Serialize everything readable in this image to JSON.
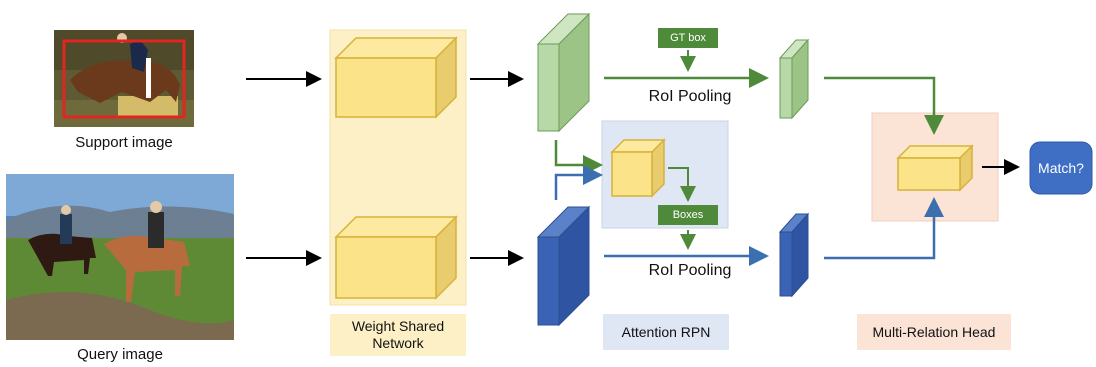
{
  "captions": {
    "support_image": "Support image",
    "query_image": "Query image"
  },
  "sections": {
    "weight_shared": "Weight Shared\nNetwork",
    "attention_rpn": "Attention RPN",
    "multi_relation_head": "Multi-Relation Head"
  },
  "tags": {
    "gt_box": "GT box",
    "boxes": "Boxes"
  },
  "pooling": {
    "top": "RoI Pooling",
    "bottom": "RoI Pooling"
  },
  "output": {
    "match": "Match?"
  },
  "colors": {
    "support_branch": "#4e8a3a",
    "query_branch": "#3b6fb0",
    "feature_green": "#b7d9a8",
    "feature_blue": "#3a63b5",
    "cube_yellow": "#fbe38a",
    "weight_shared_bg": "#fdf0c6",
    "attention_rpn_bg": "#dfe6f4",
    "multi_relation_bg": "#fbe3d6",
    "match_button": "#3e6fc4",
    "gt_box_outline": "#e0261f"
  }
}
